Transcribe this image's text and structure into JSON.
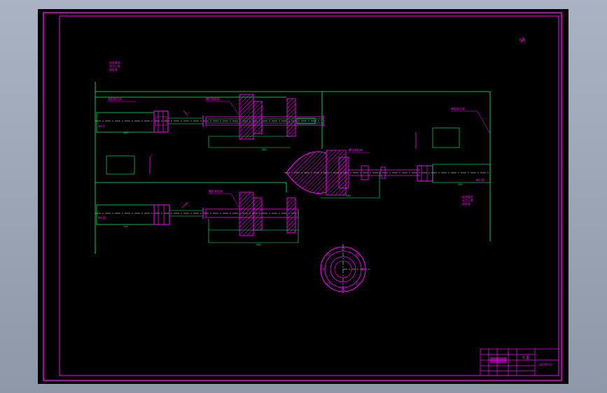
{
  "drawing": {
    "scale_label": "4:3",
    "title_block_name": "ZJ5PP5Y2",
    "corner_mark": "0.8",
    "notes": {
      "top_left": [
        "技术要求",
        "未注公差",
        "按标准"
      ],
      "right": [
        "技术要求",
        "未注公差",
        "按标准"
      ]
    },
    "callouts": {
      "upper_left": "装配图总成",
      "upper_mid": "螺杆装配体",
      "right": "装配图总成",
      "center": "螺母装配体",
      "lower_mid": "螺杆装配体"
    },
    "dims": {
      "upper_left_len": "110",
      "upper_right_len": "560",
      "lower_left_len": "110",
      "lower_mid_len": "560",
      "right_len": "555",
      "center_len": "250"
    },
    "side_labels": {
      "upper_left": "Φ8.1",
      "lower_left": "Φ8.41",
      "right": "Φ8.45"
    },
    "colors": {
      "frame": "#ff00ff",
      "dimension": "#00ff66",
      "center_line": "#ffffff",
      "background": "#000000"
    }
  }
}
